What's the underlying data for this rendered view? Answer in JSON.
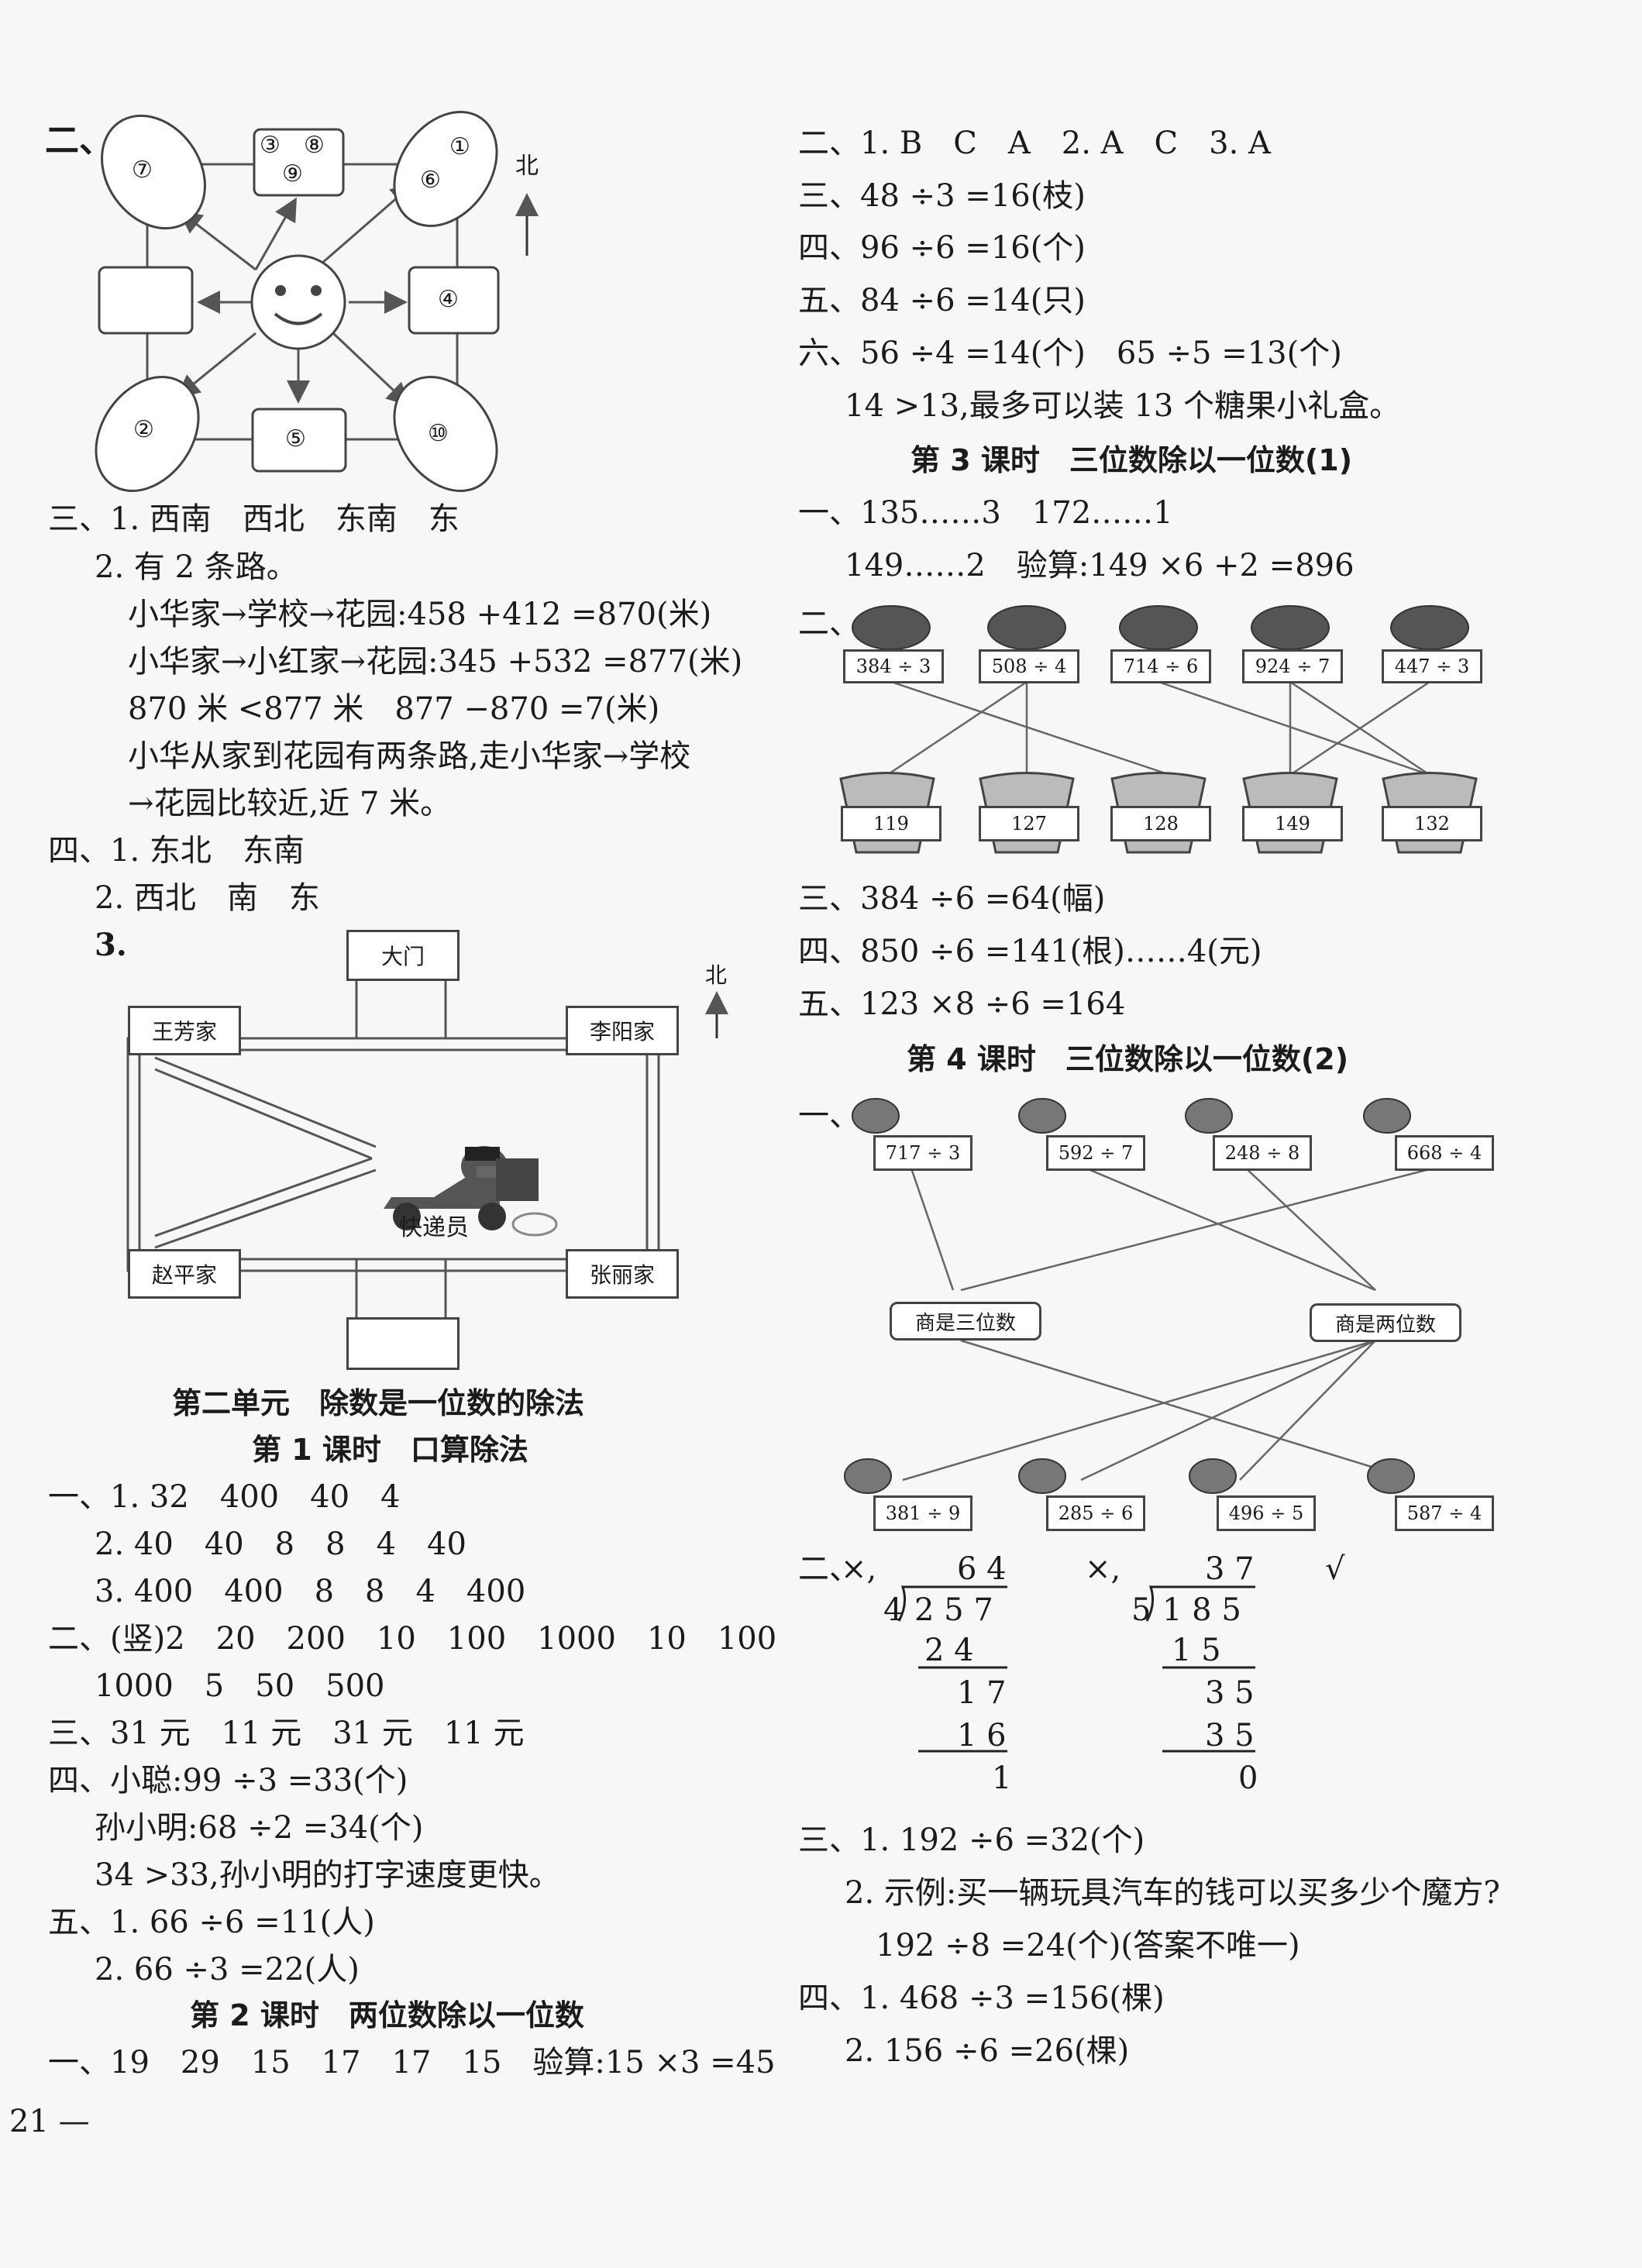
{
  "left": {
    "part2_label": "二、",
    "map1": {
      "nw": [
        "⑦"
      ],
      "n": [
        "③",
        "⑧",
        "⑨"
      ],
      "ne": [
        "①",
        "⑥"
      ],
      "w": [
        ""
      ],
      "e": [
        "④"
      ],
      "sw": [
        "②"
      ],
      "s": [
        "⑤"
      ],
      "se": [
        "⑩"
      ],
      "north": "北"
    },
    "lines": [
      "三、1. 西南　西北　东南　东",
      "2. 有 2 条路。",
      "小华家→学校→花园:458 +412 =870(米)",
      "小华家→小红家→花园:345 +532 =877(米)",
      "870 米 <877 米　877 −870 =7(米)",
      "小华从家到花园有两条路,走小华家→学校",
      "→花园比较近,近 7 米。",
      "四、1. 东北　东南",
      "2. 西北　南　东",
      "3."
    ],
    "map2": {
      "gate_top": "大门",
      "wang": "王芳家",
      "li": "李阳家",
      "zhao": "赵平家",
      "zhang": "张丽家",
      "courier": "快递员",
      "gate_bottom": "",
      "north": "北"
    },
    "unit_title": "第二单元　除数是一位数的除法",
    "lesson1_title": "第 1 课时　口算除法",
    "lines2": [
      "一、1. 32　400　40　4",
      "2. 40　40　8　8　4　40",
      "3. 400　400　8　8　4　400",
      "二、(竖)2　20　200　10　100　1000　10　100",
      "1000　5　50　500",
      "三、31 元　11 元　31 元　11 元",
      "四、小聪:99 ÷3 =33(个)",
      "孙小明:68 ÷2 =34(个)",
      "34 >33,孙小明的打字速度更快。",
      "五、1. 66 ÷6 =11(人)",
      "2. 66 ÷3 =22(人)"
    ],
    "lesson2_title": "第 2 课时　两位数除以一位数",
    "last_line": "一、19　29　15　17　17　15　验算:15 ×3 =45",
    "page_number": "21 —"
  },
  "right": {
    "lines": [
      "二、1. B　C　A　2. A　C　3. A",
      "三、48 ÷3 =16(枝)",
      "四、96 ÷6 =16(个)",
      "五、84 ÷6 =14(只)",
      "六、56 ÷4 =14(个)　65 ÷5 =13(个)",
      "14 >13,最多可以装 13 个糖果小礼盒。"
    ],
    "lesson3_title": "第 3 课时　三位数除以一位数(1)",
    "l3_lines": [
      "一、135……3　172……1",
      "149……2　验算:149 ×6 +2 =896"
    ],
    "part2_label": "二、",
    "fish": [
      "384 ÷ 3",
      "508 ÷ 4",
      "714 ÷ 6",
      "924 ÷ 7",
      "447 ÷ 3"
    ],
    "bowls": [
      "119",
      "127",
      "128",
      "149",
      "132"
    ],
    "l3_lines2": [
      "三、384 ÷6 =64(幅)",
      "四、850 ÷6 =141(根)……4(元)",
      "五、123 ×8 ÷6 =164"
    ],
    "lesson4_title": "第 4 课时　三位数除以一位数(2)",
    "part1_label": "一、",
    "bees_top": [
      "717 ÷ 3",
      "592 ÷ 7",
      "248 ÷ 8",
      "668 ÷ 4"
    ],
    "cat_three": "商是三位数",
    "cat_two": "商是两位数",
    "bees_bottom": [
      "381 ÷ 9",
      "285 ÷ 6",
      "496 ÷ 5",
      "587 ÷ 4"
    ],
    "check": {
      "label": "二、",
      "mark1": "×,",
      "mark2": "×,",
      "mark3": "√",
      "div1": {
        "quotient": "6 4",
        "divisor": "4",
        "dividend": "2 5 7",
        "s1": "2 4",
        "r1": "1 7",
        "s2": "1 6",
        "r2": "1"
      },
      "div2": {
        "quotient": "3 7",
        "divisor": "5",
        "dividend": "1 8 5",
        "s1": "1 5",
        "r1": "3 5",
        "s2": "3 5",
        "r2": "0"
      }
    },
    "end_lines": [
      "三、1. 192 ÷6 =32(个)",
      "2. 示例:买一辆玩具汽车的钱可以买多少个魔方?",
      "192 ÷8 =24(个)(答案不唯一)",
      "四、1. 468 ÷3 =156(棵)",
      "2. 156 ÷6 =26(棵)"
    ]
  }
}
